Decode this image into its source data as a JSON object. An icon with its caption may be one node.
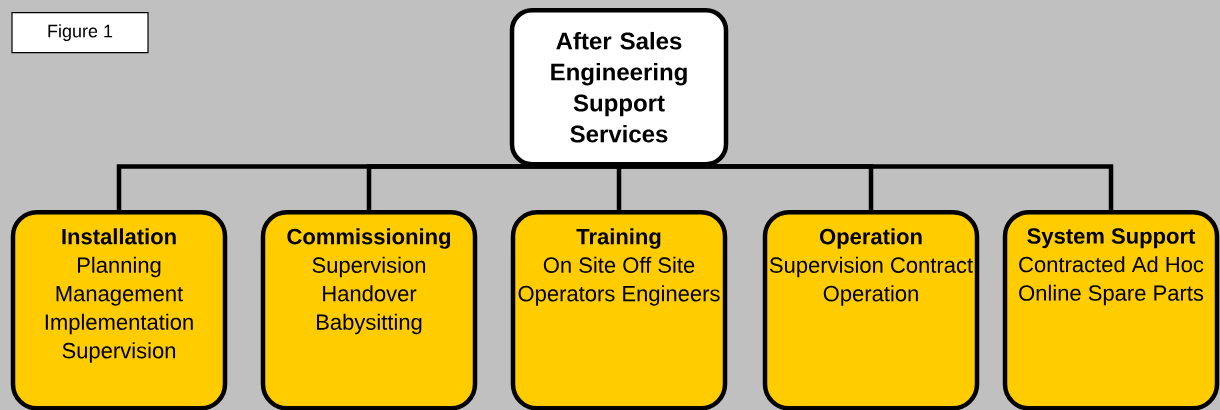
{
  "diagram": {
    "nodes": [
      {
        "text": [
          "Figure 1"
        ]
      },
      {
        "text": [
          "After Sales Engineering Support Services"
        ]
      },
      {
        "text": [
          "Installation",
          "Planning Management Implementation Supervision"
        ]
      },
      {
        "text": [
          "Commissioning",
          "Supervision Handover Babysitting"
        ]
      },
      {
        "text": [
          "Training",
          "On Site Off Site Operators Engineers"
        ]
      },
      {
        "text": [
          "Operation",
          "Supervision Contract Operation"
        ]
      },
      {
        "text": [
          "System Support",
          "Contracted Ad Hoc Online Spare Parts"
        ]
      }
    ],
    "edges": [
      {
        "from": 1,
        "to": 2,
        "arrow": "none"
      },
      {
        "from": 1,
        "to": 3,
        "arrow": "none"
      },
      {
        "from": 1,
        "to": 4,
        "arrow": "none"
      },
      {
        "from": 1,
        "to": 5,
        "arrow": "none"
      },
      {
        "from": 1,
        "to": 6,
        "arrow": "none"
      }
    ]
  }
}
